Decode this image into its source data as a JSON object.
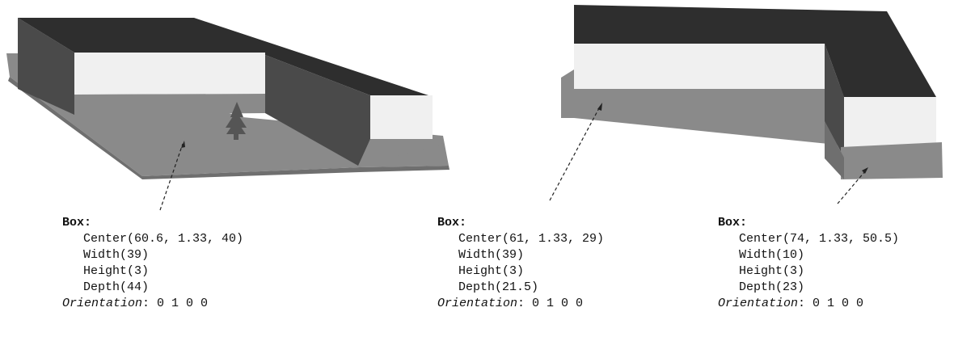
{
  "boxes": [
    {
      "label": "Box:",
      "center": "Center(60.6, 1.33, 40)",
      "width": "Width(39)",
      "height": "Height(3)",
      "depth": "Depth(44)",
      "orientation_label": "Orientation",
      "orientation_value": ": 0 1 0 0"
    },
    {
      "label": "Box:",
      "center": "Center(61, 1.33, 29)",
      "width": "Width(39)",
      "height": "Height(3)",
      "depth": "Depth(21.5)",
      "orientation_label": "Orientation",
      "orientation_value": ": 0 1 0 0"
    },
    {
      "label": "Box:",
      "center": "Center(74, 1.33, 50.5)",
      "width": "Width(10)",
      "height": "Height(3)",
      "depth": "Depth(23)",
      "orientation_label": "Orientation",
      "orientation_value": ": 0 1 0 0"
    }
  ],
  "colors": {
    "roof": "#2e2e2e",
    "wall_dark": "#4a4a4a",
    "wall_light": "#f0f0f0",
    "base_box": "#8a8a8a",
    "base_dark": "#6f6f6f",
    "tree": "#555555",
    "arrow": "#222222"
  }
}
